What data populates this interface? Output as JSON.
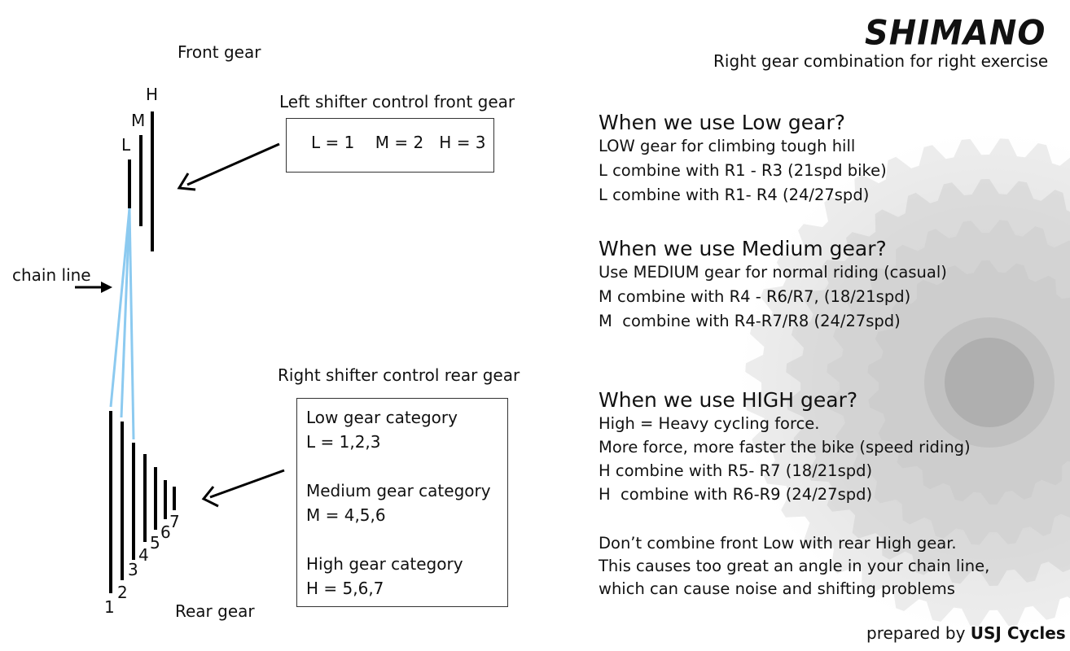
{
  "brand": {
    "logo": "SHIMANO",
    "tagline": "Right gear combination for right exercise"
  },
  "diagram": {
    "front_title": "Front gear",
    "rear_title": "Rear gear",
    "chain_line_label": "chain line",
    "front_ring_labels": [
      "L",
      "M",
      "H"
    ],
    "rear_cog_labels": [
      "1",
      "2",
      "3",
      "4",
      "5",
      "6",
      "7"
    ],
    "left_shifter": {
      "title": "Left shifter control front gear",
      "mapping": "L = 1    M = 2   H = 3"
    },
    "right_shifter": {
      "title": "Right shifter control rear gear",
      "categories": [
        {
          "name": "Low gear category",
          "value": "L = 1,2,3"
        },
        {
          "name": "Medium gear category",
          "value": "M = 4,5,6"
        },
        {
          "name": "High gear category",
          "value": "H = 5,6,7"
        }
      ]
    },
    "colors": {
      "chain": "#8ccaf0",
      "gear": "#000000"
    }
  },
  "sections": [
    {
      "heading": "When we use Low gear?",
      "lines": [
        "LOW gear for climbing tough hill",
        "L combine with R1 - R3 (21spd bike)",
        "L combine with R1- R4 (24/27spd)"
      ]
    },
    {
      "heading": "When we use Medium gear?",
      "lines": [
        "Use MEDIUM gear for normal riding (casual)",
        "M combine with R4 - R6/R7, (18/21spd)",
        "M  combine with R4-R7/R8 (24/27spd)"
      ]
    },
    {
      "heading": "When we use HIGH gear?",
      "lines": [
        "High = Heavy cycling force.",
        "More force, more faster the bike (speed riding)",
        "H combine with R5- R7 (18/21spd)",
        "H  combine with R6-R9 (24/27spd)"
      ]
    }
  ],
  "warning": [
    "Don’t combine front Low with rear High gear.",
    "This causes too great an angle in your chain line,",
    "which can cause noise and shifting problems"
  ],
  "credit": {
    "prefix": "prepared by",
    "name": "USJ Cycles"
  }
}
